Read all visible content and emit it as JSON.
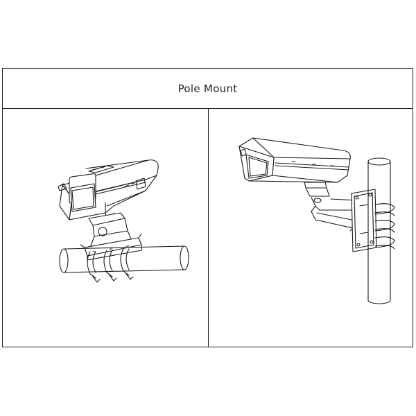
{
  "header": {
    "title": "Pole Mount"
  },
  "figures": [
    {
      "id": "horizontal-pole-mount",
      "icon": "camera-on-horizontal-pole-icon"
    },
    {
      "id": "vertical-pole-mount",
      "icon": "camera-on-vertical-pole-icon"
    }
  ]
}
